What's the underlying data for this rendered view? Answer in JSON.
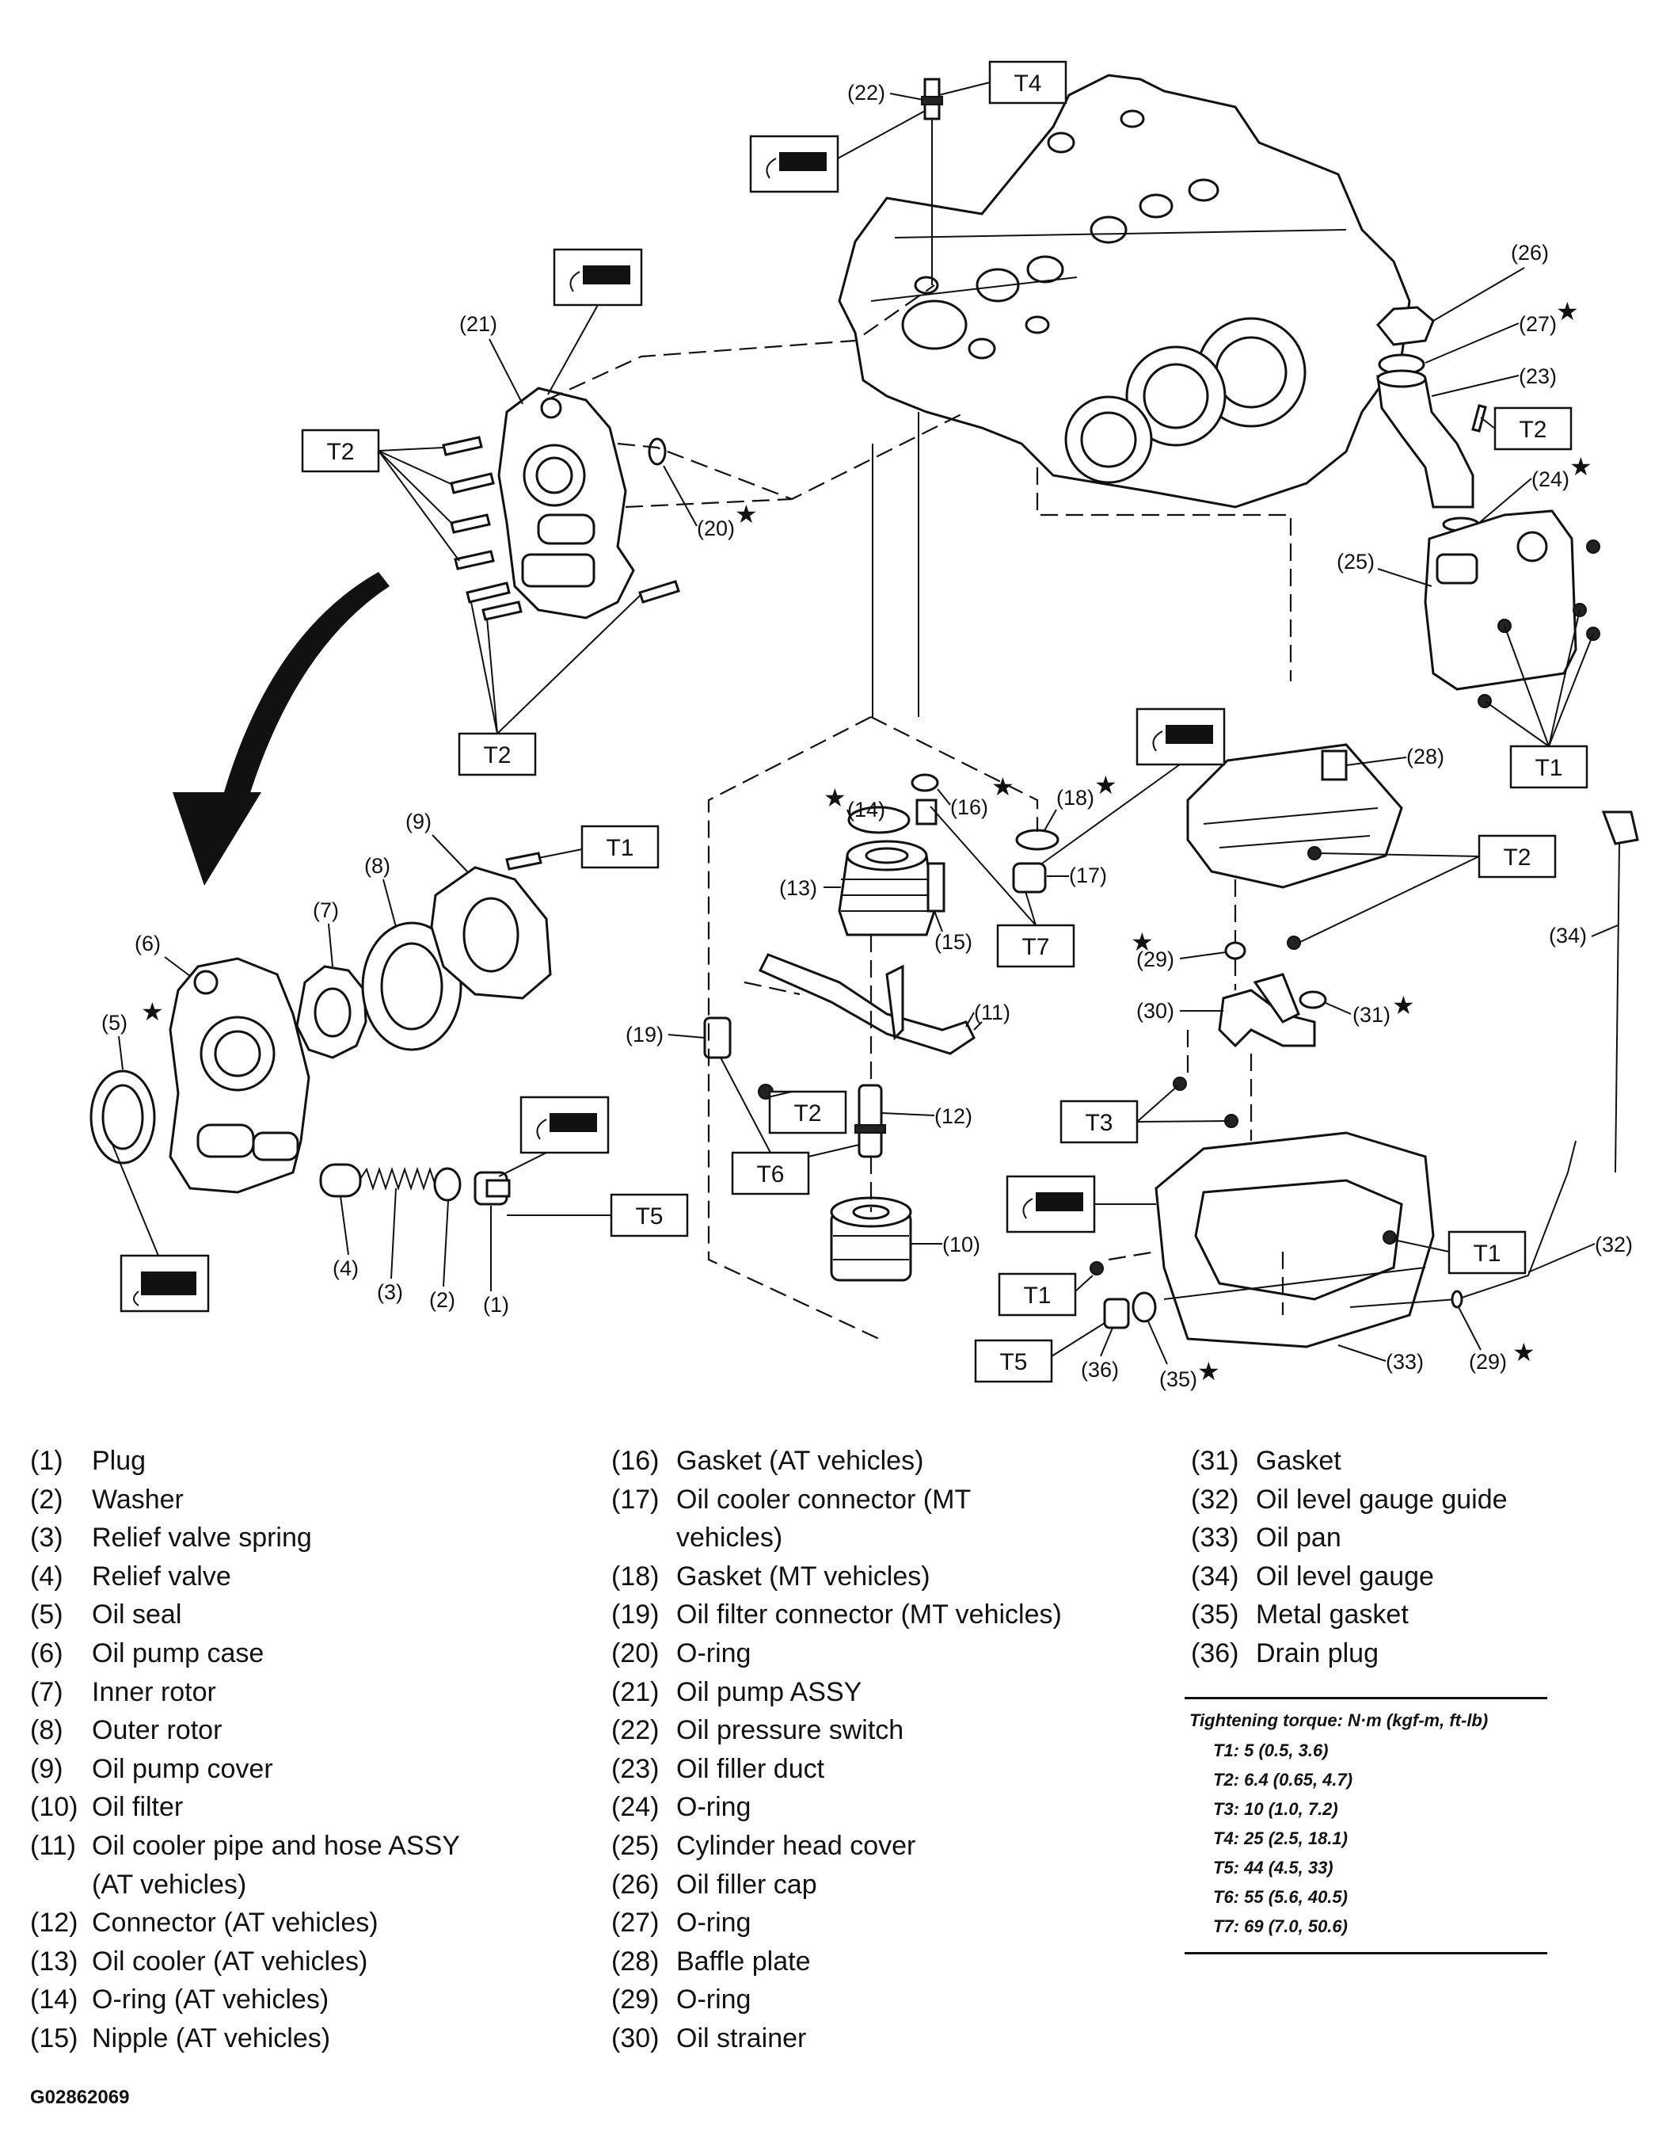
{
  "callouts": {
    "c1": "(1)",
    "c2": "(2)",
    "c3": "(3)",
    "c4": "(4)",
    "c5": "(5)",
    "c6": "(6)",
    "c7": "(7)",
    "c8": "(8)",
    "c9": "(9)",
    "c10": "(10)",
    "c11": "(11)",
    "c12": "(12)",
    "c13": "(13)",
    "c14": "(14)",
    "c15": "(15)",
    "c16": "(16)",
    "c17": "(17)",
    "c18": "(18)",
    "c19": "(19)",
    "c20": "(20)",
    "c21": "(21)",
    "c22": "(22)",
    "c23": "(23)",
    "c24": "(24)",
    "c25": "(25)",
    "c26": "(26)",
    "c27": "(27)",
    "c28": "(28)",
    "c29a": "(29)",
    "c29b": "(29)",
    "c30": "(30)",
    "c31": "(31)",
    "c32": "(32)",
    "c33": "(33)",
    "c34": "(34)",
    "c35": "(35)",
    "c36": "(36)"
  },
  "torque_boxes": {
    "t1": "T1",
    "t2": "T2",
    "t3": "T3",
    "t4": "T4",
    "t5": "T5",
    "t6": "T6",
    "t7": "T7"
  },
  "star": "★",
  "legend": {
    "col1": [
      {
        "num": "(1)",
        "lines": [
          "Plug"
        ]
      },
      {
        "num": "(2)",
        "lines": [
          "Washer"
        ]
      },
      {
        "num": "(3)",
        "lines": [
          "Relief valve spring"
        ]
      },
      {
        "num": "(4)",
        "lines": [
          "Relief valve"
        ]
      },
      {
        "num": "(5)",
        "lines": [
          "Oil seal"
        ]
      },
      {
        "num": "(6)",
        "lines": [
          "Oil pump case"
        ]
      },
      {
        "num": "(7)",
        "lines": [
          "Inner rotor"
        ]
      },
      {
        "num": "(8)",
        "lines": [
          "Outer rotor"
        ]
      },
      {
        "num": "(9)",
        "lines": [
          "Oil pump cover"
        ]
      },
      {
        "num": "(10)",
        "lines": [
          "Oil filter"
        ]
      },
      {
        "num": "(11)",
        "lines": [
          "Oil cooler pipe and hose ASSY",
          "(AT vehicles)"
        ]
      },
      {
        "num": "(12)",
        "lines": [
          "Connector (AT vehicles)"
        ]
      },
      {
        "num": "(13)",
        "lines": [
          "Oil cooler (AT vehicles)"
        ]
      },
      {
        "num": "(14)",
        "lines": [
          "O-ring (AT vehicles)"
        ]
      },
      {
        "num": "(15)",
        "lines": [
          "Nipple (AT vehicles)"
        ]
      }
    ],
    "col2": [
      {
        "num": "(16)",
        "lines": [
          "Gasket (AT vehicles)"
        ]
      },
      {
        "num": "(17)",
        "lines": [
          "Oil cooler connector (MT",
          "vehicles)"
        ]
      },
      {
        "num": "(18)",
        "lines": [
          "Gasket (MT vehicles)"
        ]
      },
      {
        "num": "(19)",
        "lines": [
          "Oil filter connector (MT vehicles)"
        ]
      },
      {
        "num": "(20)",
        "lines": [
          "O-ring"
        ]
      },
      {
        "num": "(21)",
        "lines": [
          "Oil pump ASSY"
        ]
      },
      {
        "num": "(22)",
        "lines": [
          "Oil pressure switch"
        ]
      },
      {
        "num": "(23)",
        "lines": [
          "Oil filler duct"
        ]
      },
      {
        "num": "(24)",
        "lines": [
          "O-ring"
        ]
      },
      {
        "num": "(25)",
        "lines": [
          "Cylinder head cover"
        ]
      },
      {
        "num": "(26)",
        "lines": [
          "Oil filler cap"
        ]
      },
      {
        "num": "(27)",
        "lines": [
          "O-ring"
        ]
      },
      {
        "num": "(28)",
        "lines": [
          "Baffle plate"
        ]
      },
      {
        "num": "(29)",
        "lines": [
          "O-ring"
        ]
      },
      {
        "num": "(30)",
        "lines": [
          "Oil strainer"
        ]
      }
    ],
    "col3": [
      {
        "num": "(31)",
        "lines": [
          "Gasket"
        ]
      },
      {
        "num": "(32)",
        "lines": [
          "Oil level gauge guide"
        ]
      },
      {
        "num": "(33)",
        "lines": [
          "Oil pan"
        ]
      },
      {
        "num": "(34)",
        "lines": [
          "Oil level gauge"
        ]
      },
      {
        "num": "(35)",
        "lines": [
          "Metal gasket"
        ]
      },
      {
        "num": "(36)",
        "lines": [
          "Drain plug"
        ]
      }
    ]
  },
  "torque": {
    "title": "Tightening torque: N·m (kgf-m, ft-lb)",
    "rows": [
      "T1: 5 (0.5, 3.6)",
      "T2: 6.4 (0.65, 4.7)",
      "T3: 10 (1.0, 7.2)",
      "T4: 25 (2.5, 18.1)",
      "T5: 44 (4.5, 33)",
      "T6: 55 (5.6, 40.5)",
      "T7: 69 (7.0, 50.6)"
    ]
  },
  "figure_id": "G02862069"
}
